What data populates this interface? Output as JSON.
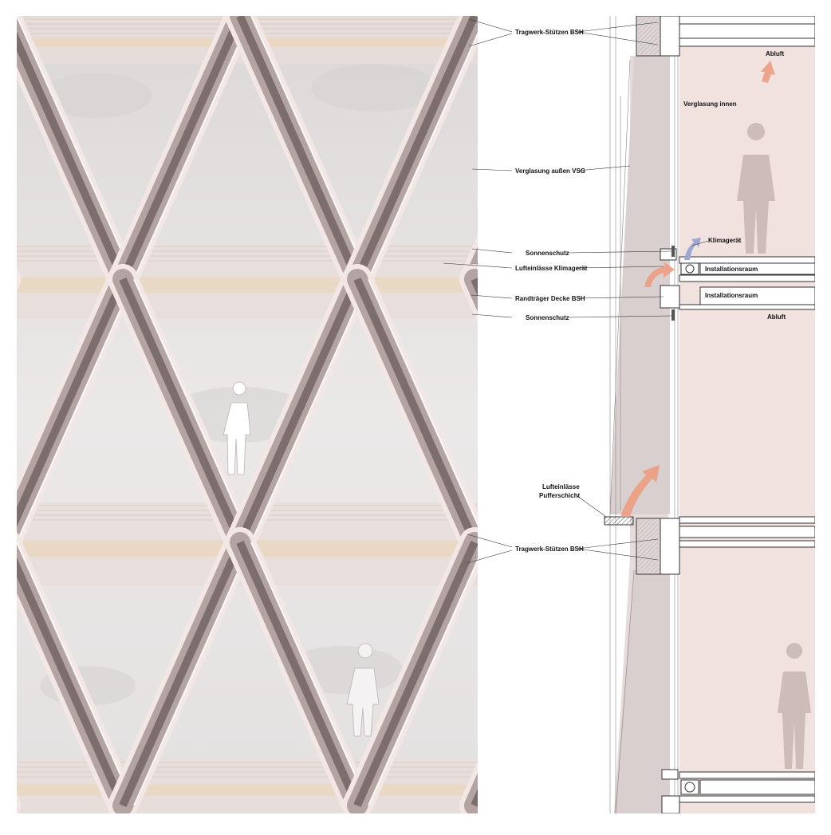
{
  "colors": {
    "frame_outer": "#f2e7e5",
    "frame_mid": "#b3a3a2",
    "frame_dark": "#7d6e6e",
    "glass": "#e6e3e3",
    "wood": "#e9d7c0",
    "section_interior": "#f1e2e0",
    "air_warm": "#eb9c82",
    "air_cool": "#9fa6cf",
    "leader": "#333333"
  },
  "labels": {
    "tragwerk_top": "Tragwerk-Stützen BSH",
    "verglasung_aussen": "Verglasung außen VSG",
    "sonnenschutz_1": "Sonnenschutz",
    "lufteinlaesse_klima": "Lufteinlässe Klimagerät",
    "randtraeger": "Randträger Decke BSH",
    "sonnenschutz_2": "Sonnenschutz",
    "lufteinlaesse_puffer_1": "Lufteinlässe",
    "lufteinlaesse_puffer_2": "Pufferschicht",
    "tragwerk_bottom": "Tragwerk-Stützen BSH",
    "abluft_top": "Abluft",
    "verglasung_innen": "Verglasung innen",
    "klimageraet": "Klimagerät",
    "installationsraum_1": "Installationsraum",
    "installationsraum_2": "Installationsraum",
    "abluft_mid": "Abluft"
  }
}
